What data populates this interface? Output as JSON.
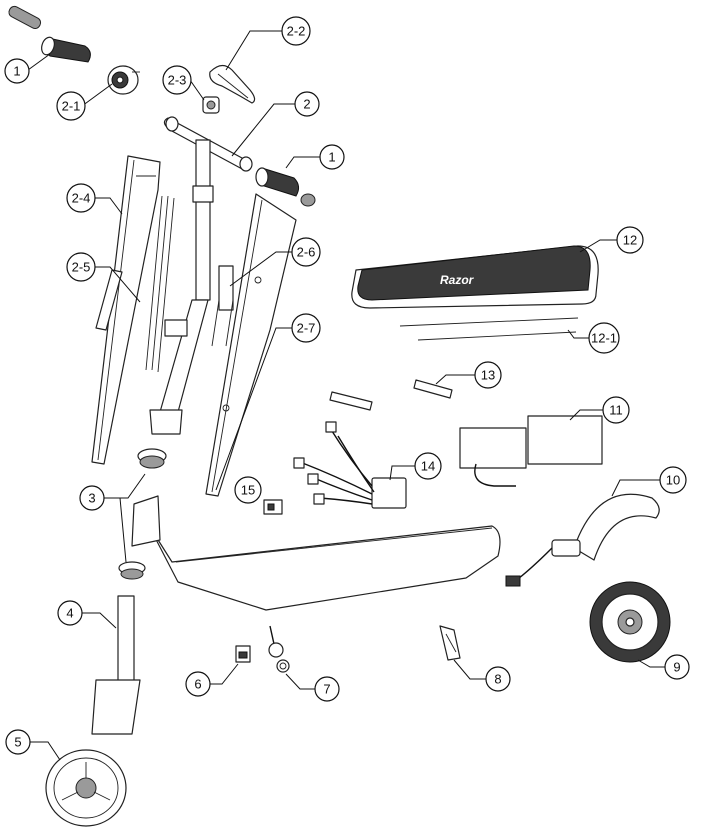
{
  "callouts": [
    {
      "id": "c1a",
      "label": "1"
    },
    {
      "id": "c21",
      "label": "2-1"
    },
    {
      "id": "c22",
      "label": "2-2"
    },
    {
      "id": "c23",
      "label": "2-3"
    },
    {
      "id": "c2",
      "label": "2"
    },
    {
      "id": "c1b",
      "label": "1"
    },
    {
      "id": "c24",
      "label": "2-4"
    },
    {
      "id": "c25",
      "label": "2-5"
    },
    {
      "id": "c26",
      "label": "2-6"
    },
    {
      "id": "c27",
      "label": "2-7"
    },
    {
      "id": "c12",
      "label": "12"
    },
    {
      "id": "c121",
      "label": "12-1"
    },
    {
      "id": "c13",
      "label": "13"
    },
    {
      "id": "c11",
      "label": "11"
    },
    {
      "id": "c14",
      "label": "14"
    },
    {
      "id": "c15",
      "label": "15"
    },
    {
      "id": "c10",
      "label": "10"
    },
    {
      "id": "c3",
      "label": "3"
    },
    {
      "id": "c4",
      "label": "4"
    },
    {
      "id": "c5",
      "label": "5"
    },
    {
      "id": "c6",
      "label": "6"
    },
    {
      "id": "c7",
      "label": "7"
    },
    {
      "id": "c8",
      "label": "8"
    },
    {
      "id": "c9",
      "label": "9"
    }
  ],
  "deck_brand": "Razor",
  "colors": {
    "line": "#222222",
    "background": "#ffffff",
    "deck_grip": "#3a3a3a"
  }
}
